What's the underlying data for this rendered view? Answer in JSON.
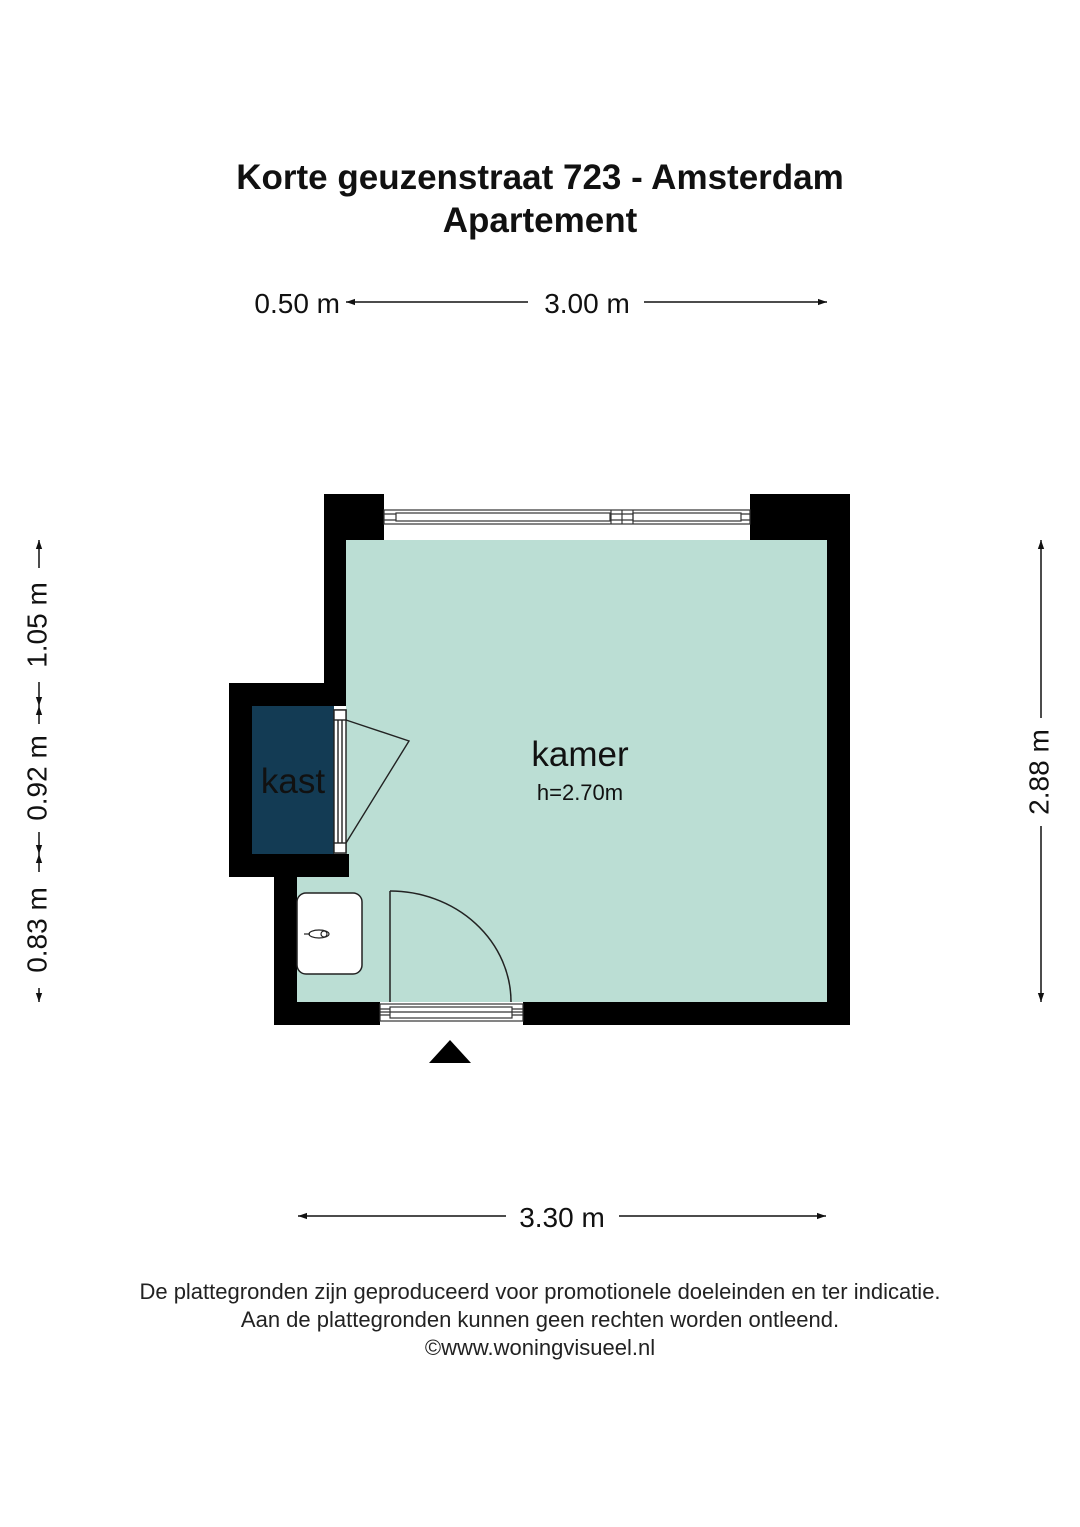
{
  "title": {
    "line1": "Korte geuzenstraat 723 - Amsterdam",
    "line2": "Apartement"
  },
  "dimensions": {
    "top_left": "0.50 m",
    "top_main": "3.00 m",
    "bottom": "3.30 m",
    "right": "2.88 m",
    "left_upper": "1.05 m",
    "left_middle": "0.92 m",
    "left_lower": "0.83 m"
  },
  "rooms": {
    "kamer_label": "kamer",
    "kamer_height": "h=2.70m",
    "kast_label": "kast"
  },
  "colors": {
    "room_fill": "#bbded4",
    "closet_fill": "#133b54",
    "wall": "#000000"
  },
  "disclaimer": {
    "line1": "De plattegronden zijn geproduceerd voor promotionele doeleinden en ter indicatie.",
    "line2": "Aan de plattegronden kunnen geen rechten worden ontleend.",
    "line3": "©www.woningvisueel.nl"
  }
}
